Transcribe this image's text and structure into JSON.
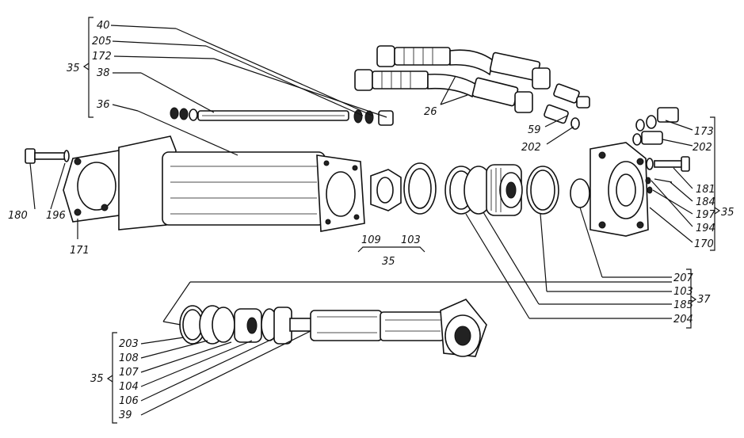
{
  "labels": {
    "l40": "40",
    "l205": "205",
    "l172": "172",
    "l38": "38",
    "l36": "36",
    "l35a": "35",
    "l26": "26",
    "l59": "59",
    "l202a": "202",
    "l173": "173",
    "l202b": "202",
    "l181": "181",
    "l184": "184",
    "l197": "197",
    "l194": "194",
    "l170": "170",
    "l35b": "35",
    "l180": "180",
    "l196": "196",
    "l171": "171",
    "l109": "109",
    "l103a": "103",
    "l35c": "35",
    "l207": "207",
    "l103b": "103",
    "l185": "185",
    "l204": "204",
    "l37": "37",
    "l203": "203",
    "l108": "108",
    "l107": "107",
    "l104": "104",
    "l106": "106",
    "l39": "39",
    "l35d": "35"
  },
  "colors": {
    "ink": "#111111",
    "paper": "#ffffff"
  }
}
